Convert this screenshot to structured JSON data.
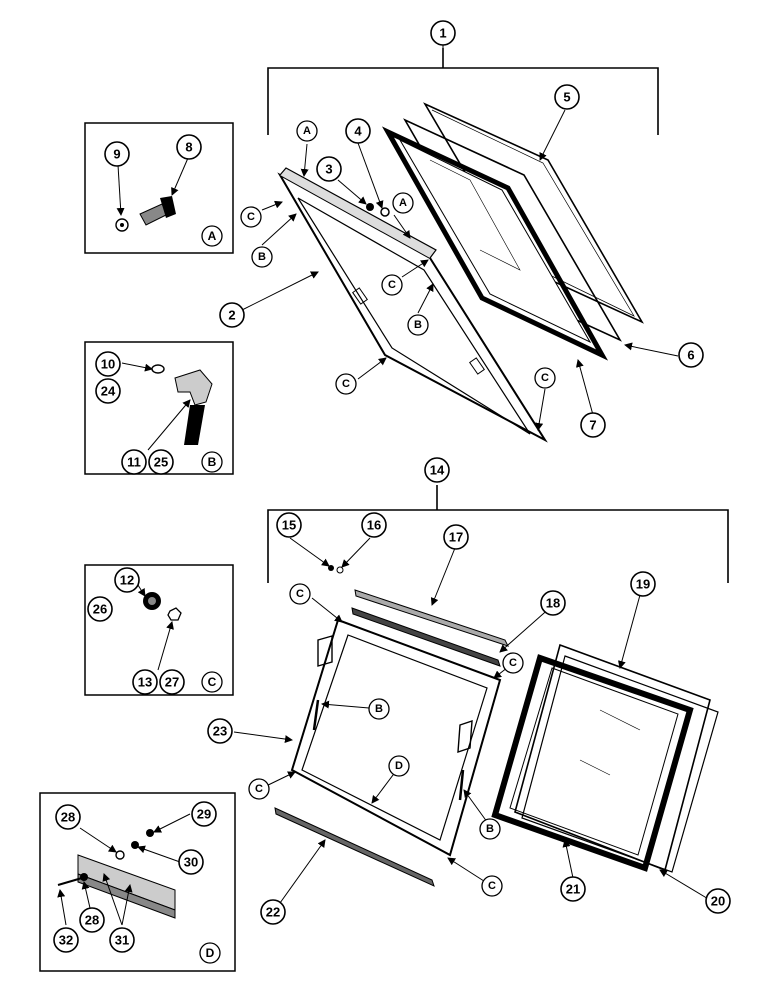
{
  "callouts": {
    "c1": "1",
    "c2": "2",
    "c3": "3",
    "c4": "4",
    "c5": "5",
    "c6": "6",
    "c7": "7",
    "c8": "8",
    "c9": "9",
    "c10": "10",
    "c11": "11",
    "c12": "12",
    "c13": "13",
    "c14": "14",
    "c15": "15",
    "c16": "16",
    "c17": "17",
    "c18": "18",
    "c19": "19",
    "c20": "20",
    "c21": "21",
    "c22": "22",
    "c23": "23",
    "c24": "24",
    "c25": "25",
    "c26": "26",
    "c27": "27",
    "c28": "28",
    "c28b": "28",
    "c29": "29",
    "c30": "30",
    "c31": "31",
    "c32": "32"
  },
  "letters": {
    "A": "A",
    "B": "B",
    "C": "C",
    "D": "D"
  },
  "insets": {
    "A": "A",
    "B": "B",
    "C": "C",
    "D": "D"
  }
}
